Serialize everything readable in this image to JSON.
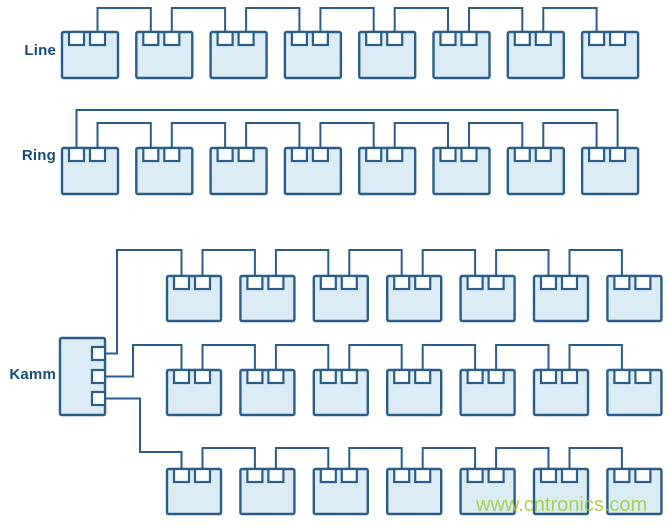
{
  "diagram": {
    "watermark": "www.cntronics.com",
    "colors": {
      "background": "#ffffff",
      "wire": "#2b5d8a",
      "node_fill": "#dcecf5",
      "node_stroke": "#2b5d8a",
      "port_fill": "#fdfefe",
      "label_text": "#174a7a",
      "watermark_text": "#9ecb3a"
    },
    "sections": [
      {
        "id": "line",
        "label": "Line",
        "topology": "line",
        "node_count": 8,
        "ports_per_node": 2
      },
      {
        "id": "ring",
        "label": "Ring",
        "topology": "ring",
        "node_count": 8,
        "ports_per_node": 2
      },
      {
        "id": "kamm",
        "label": "Kamm",
        "topology": "comb",
        "hub_port_count": 3,
        "row_count": 3,
        "nodes_per_row": 7,
        "total_nodes": 21,
        "ports_per_node": 2
      }
    ]
  }
}
